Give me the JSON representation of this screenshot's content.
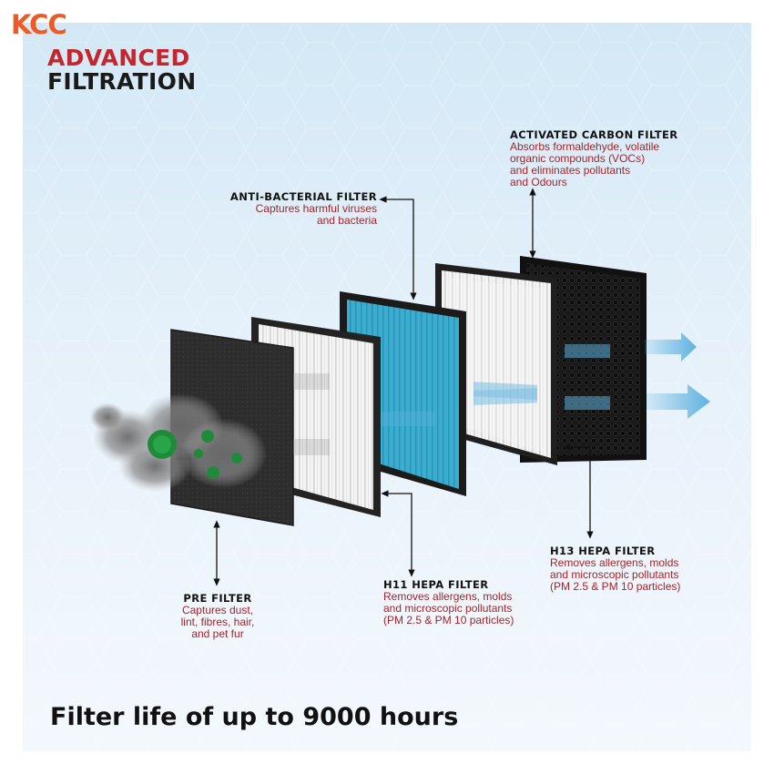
{
  "brand": {
    "logo_text": "KCC",
    "logo_color": "#ee5a24"
  },
  "headline": {
    "line1": "ADVANCED",
    "line2": "FILTRATION",
    "line1_color": "#c4262e",
    "line2_color": "#1a1a1a"
  },
  "filters": {
    "pre": {
      "title": "PRE FILTER",
      "line1": "Captures dust,",
      "line2": "lint, fibres, hair,",
      "line3": "and pet fur"
    },
    "anti_bacterial": {
      "title": "ANTI-BACTERIAL FILTER",
      "line1": "Captures harmful viruses",
      "line2": "and bacteria"
    },
    "h11": {
      "title": "H11 HEPA FILTER",
      "line1": "Removes allergens, molds",
      "line2": "and microscopic pollutants",
      "line3": "(PM 2.5 & PM 10 particles)"
    },
    "h13": {
      "title": "H13 HEPA FILTER",
      "line1": "Removes allergens, molds",
      "line2": "and microscopic pollutants",
      "line3": "(PM 2.5 & PM 10 particles)"
    },
    "carbon": {
      "title": "ACTIVATED CARBON FILTER",
      "line1": "Absorbs formaldehyde, volatile",
      "line2": "organic compounds (VOCs)",
      "line3": "and eliminates pollutants",
      "line4": "and Odours"
    }
  },
  "footer": {
    "text": "Filter life of up to 9000 hours"
  },
  "colors": {
    "description_text": "#a52429",
    "blue_filter": "#3aaed0",
    "airflow_arrow": "#5fb2e0"
  }
}
